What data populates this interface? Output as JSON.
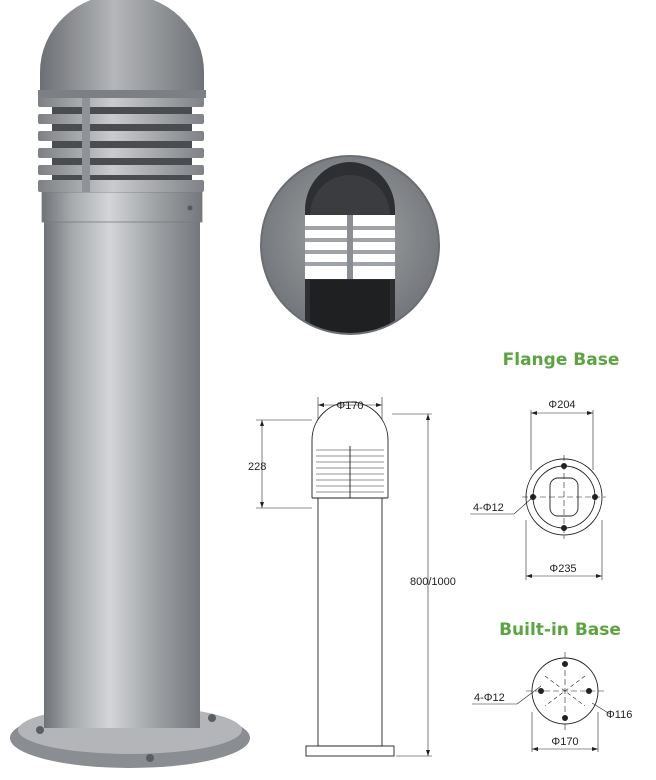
{
  "colors": {
    "heading": "#5aa53f",
    "lamp_body": "#a9abad",
    "lamp_dark": "#7b7e82",
    "line": "#222222",
    "inset_bg": "#8e9094",
    "inset_pole": "#2b2b2d"
  },
  "sections": {
    "flange": {
      "title": "Flange Base"
    },
    "builtin": {
      "title": "Built-in Base"
    }
  },
  "dimensions": {
    "lamp_diameter": "Φ170",
    "head_height": "228",
    "total_height": "800/1000",
    "flange_outer": "Φ204",
    "flange_base": "Φ235",
    "flange_holes": "4-Φ12",
    "builtin_holes": "4-Φ12",
    "builtin_inner": "Φ116",
    "builtin_outer": "Φ170"
  }
}
